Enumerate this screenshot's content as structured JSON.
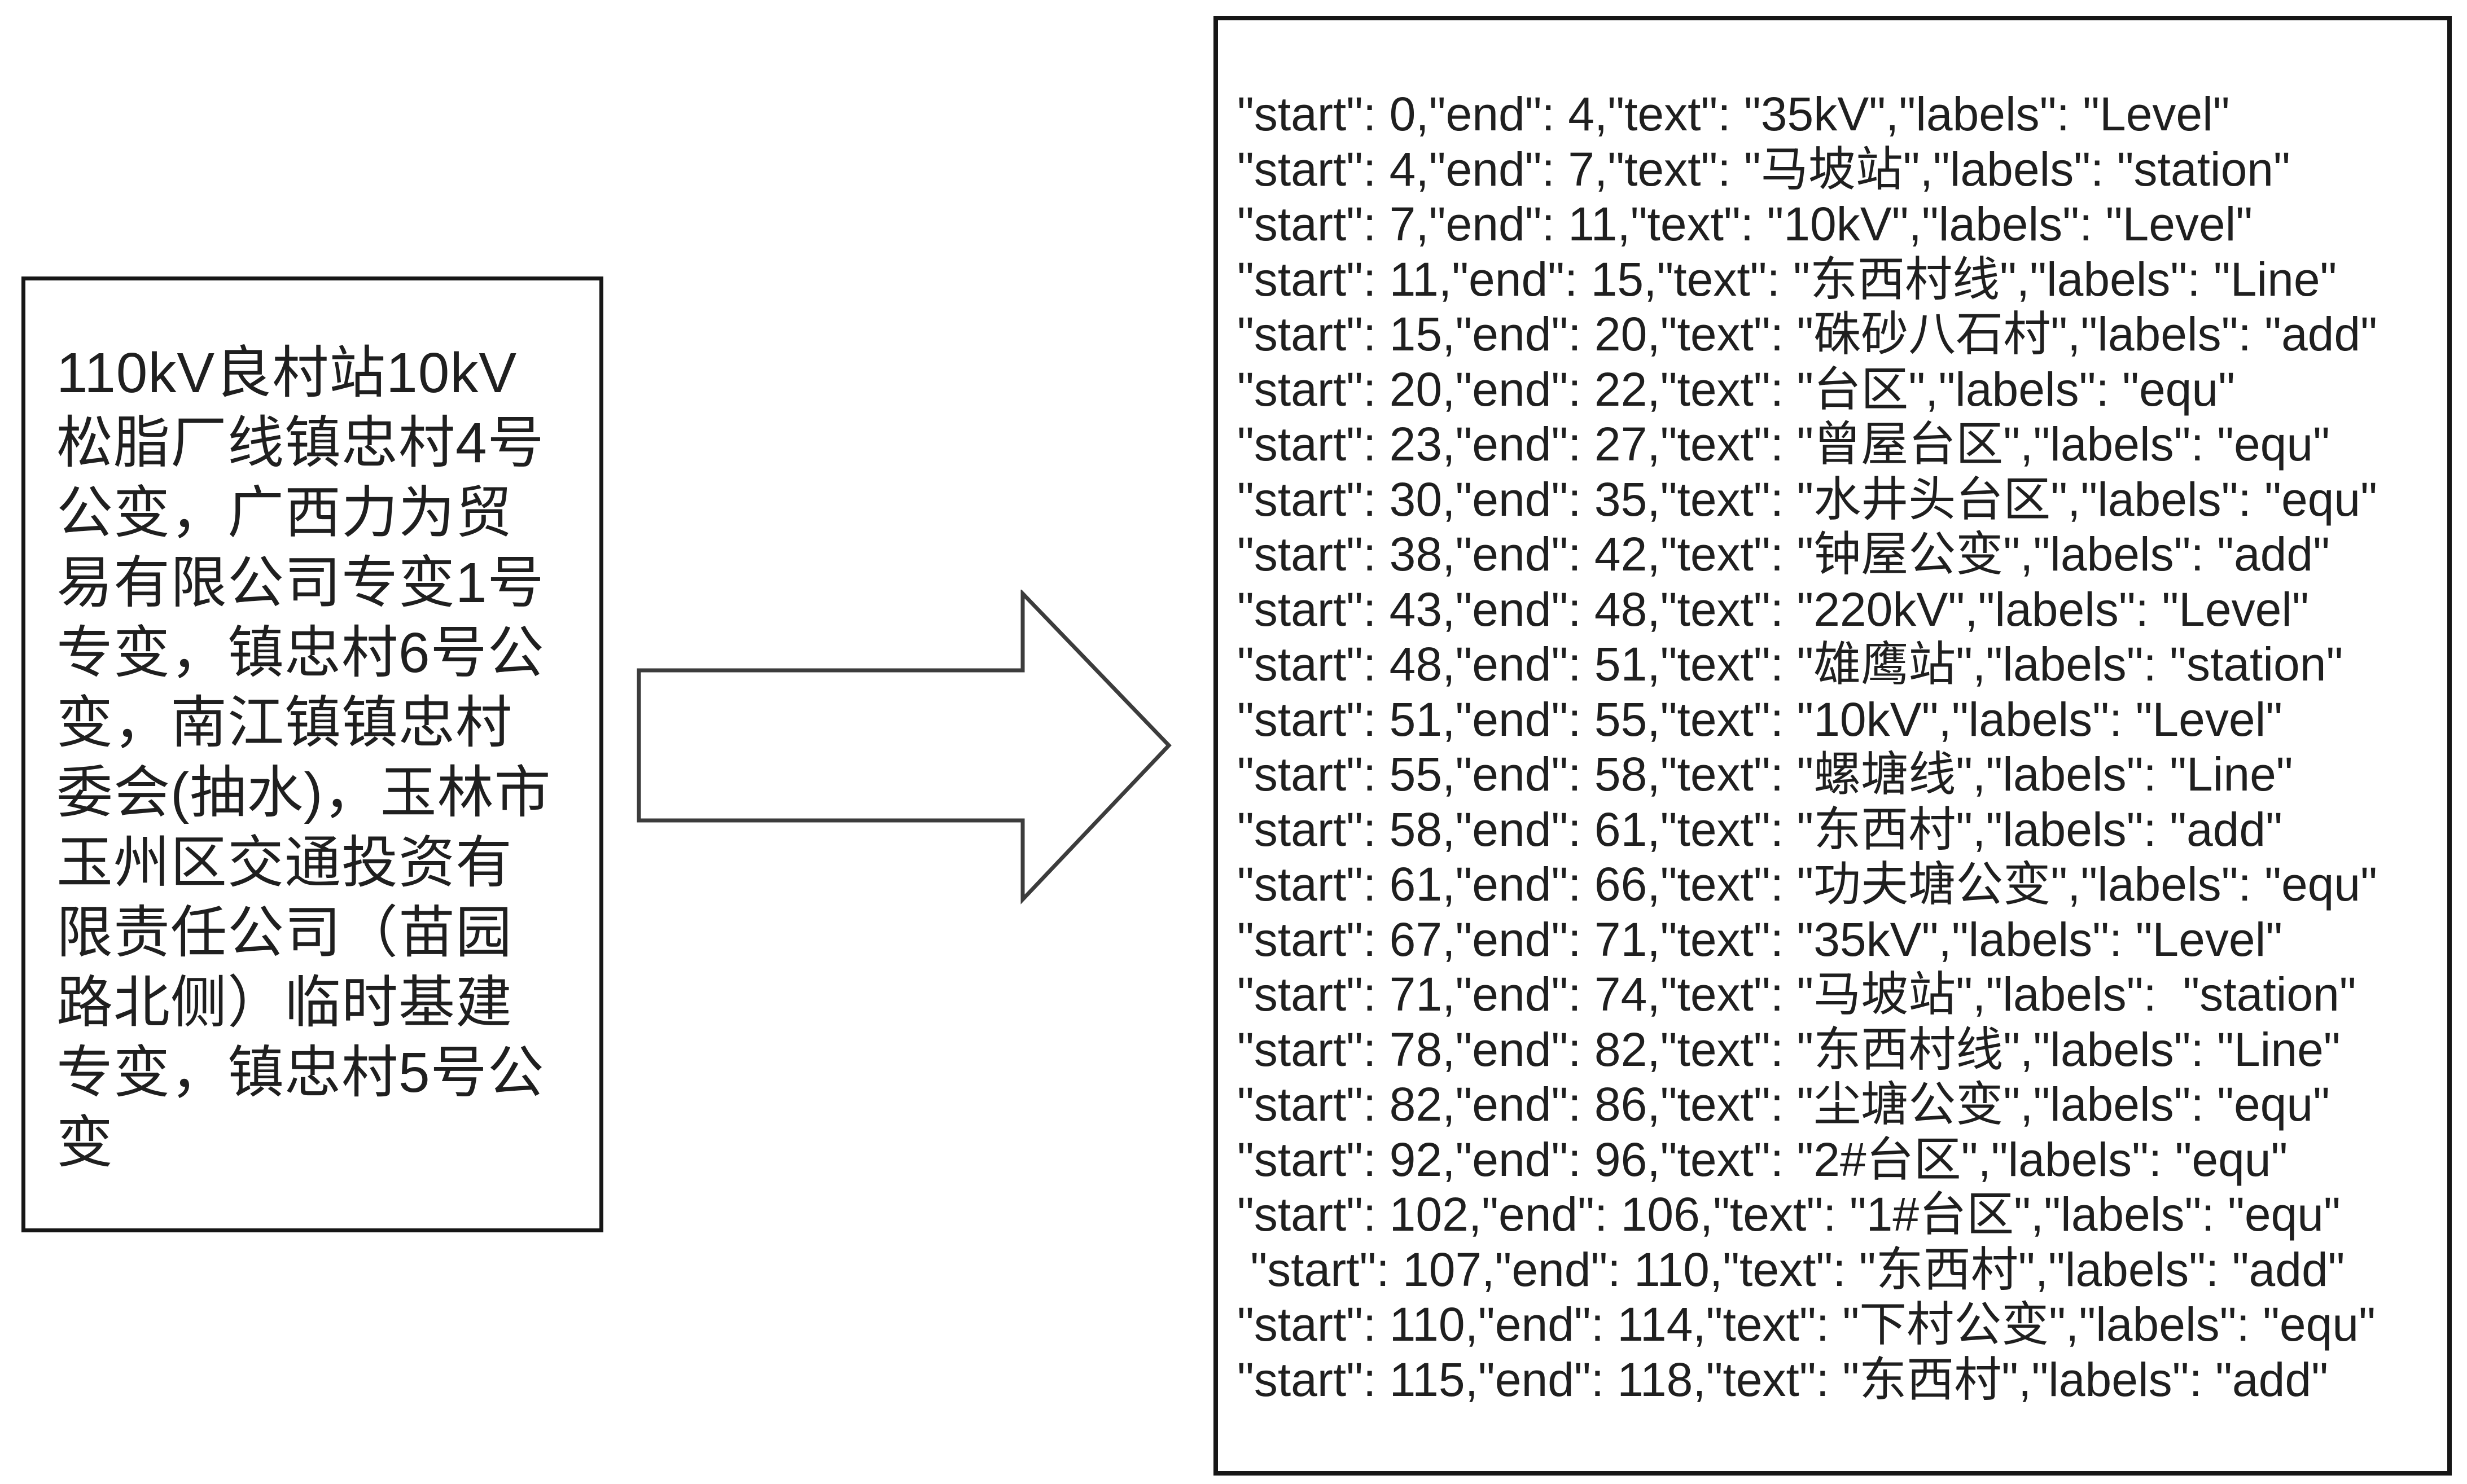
{
  "figure": {
    "background_color": "#ffffff",
    "box_border_color": "#161616",
    "text_color": "#1f1f1f",
    "arrow_outline_color": "#3c3c3c"
  },
  "source_box": {
    "lines": [
      "110kV良村站10kV",
      "松脂厂线镇忠村4号",
      "公变，广西力为贸",
      "易有限公司专变1号",
      "专变，镇忠村6号公",
      "变，南江镇镇忠村",
      "委会(抽水)，玉林市",
      "玉州区交通投资有",
      "限责任公司（苗园",
      "路北侧）临时基建",
      "专变，镇忠村5号公",
      "变"
    ]
  },
  "arrow": {
    "direction": "right"
  },
  "output_box": {
    "keys": {
      "start": "start",
      "end": "end",
      "text": "text",
      "labels": "labels"
    },
    "annotations": [
      {
        "start": 0,
        "end": 4,
        "text": "35kV",
        "labels": "Level"
      },
      {
        "start": 4,
        "end": 7,
        "text": "马坡站",
        "labels": "station"
      },
      {
        "start": 7,
        "end": 11,
        "text": "10kV",
        "labels": "Level"
      },
      {
        "start": 11,
        "end": 15,
        "text": "东西村线",
        "labels": "Line"
      },
      {
        "start": 15,
        "end": 20,
        "text": "硃砂八石村",
        "labels": "add"
      },
      {
        "start": 20,
        "end": 22,
        "text": "台区",
        "labels": "equ"
      },
      {
        "start": 23,
        "end": 27,
        "text": "曾屋台区",
        "labels": "equ"
      },
      {
        "start": 30,
        "end": 35,
        "text": "水井头台区",
        "labels": "equ"
      },
      {
        "start": 38,
        "end": 42,
        "text": "钟屋公变",
        "labels": "add"
      },
      {
        "start": 43,
        "end": 48,
        "text": "220kV",
        "labels": "Level"
      },
      {
        "start": 48,
        "end": 51,
        "text": "雄鹰站",
        "labels": "station"
      },
      {
        "start": 51,
        "end": 55,
        "text": "10kV",
        "labels": "Level"
      },
      {
        "start": 55,
        "end": 58,
        "text": "螺塘线",
        "labels": "Line"
      },
      {
        "start": 58,
        "end": 61,
        "text": "东西村",
        "labels": "add"
      },
      {
        "start": 61,
        "end": 66,
        "text": "功夫塘公变",
        "labels": "equ"
      },
      {
        "start": 67,
        "end": 71,
        "text": "35kV",
        "labels": "Level"
      },
      {
        "start": 71,
        "end": 74,
        "text": "马坡站",
        "labels": "station",
        "wide_gap": true
      },
      {
        "start": 78,
        "end": 82,
        "text": "东西村线",
        "labels": "Line"
      },
      {
        "start": 82,
        "end": 86,
        "text": "尘塘公变",
        "labels": "equ"
      },
      {
        "start": 92,
        "end": 96,
        "text": "2#台区",
        "labels": "equ"
      },
      {
        "start": 102,
        "end": 106,
        "text": "1#台区",
        "labels": "equ"
      },
      {
        "start": 107,
        "end": 110,
        "text": "东西村",
        "labels": "add",
        "indented": true
      },
      {
        "start": 110,
        "end": 114,
        "text": "下村公变",
        "labels": "equ"
      },
      {
        "start": 115,
        "end": 118,
        "text": "东西村",
        "labels": "add"
      }
    ]
  }
}
